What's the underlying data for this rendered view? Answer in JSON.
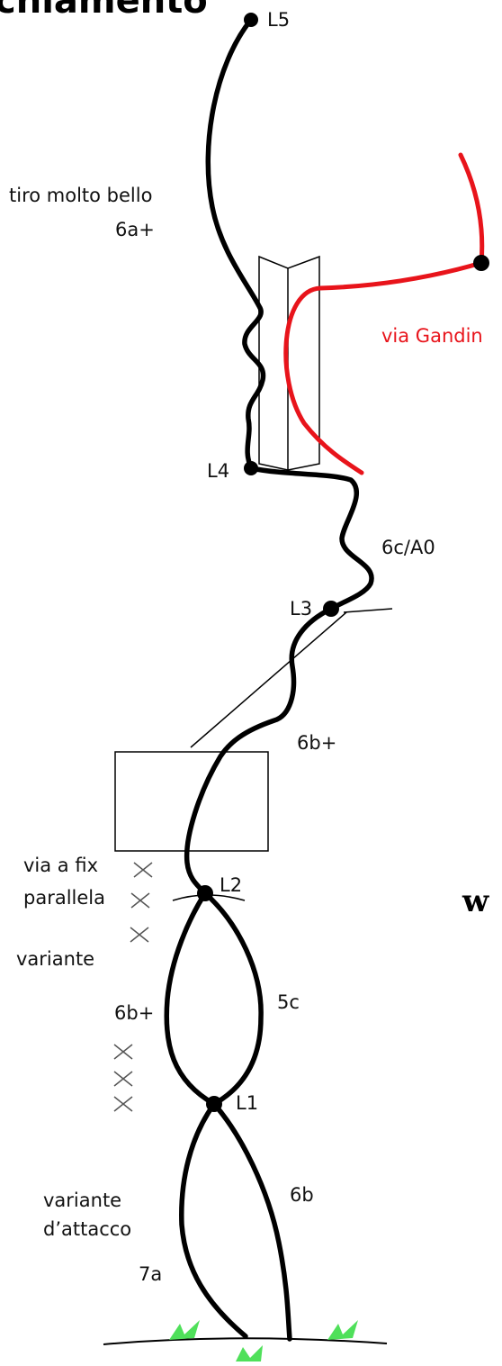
{
  "title_fragment": "chiamento",
  "belays": [
    {
      "id": "L1",
      "label": "L1"
    },
    {
      "id": "L2",
      "label": "L2"
    },
    {
      "id": "L3",
      "label": "L3"
    },
    {
      "id": "L4",
      "label": "L4"
    },
    {
      "id": "L5",
      "label": "L5"
    }
  ],
  "grades": {
    "pitch1": "6b",
    "pitch1_variant": "7a",
    "pitch2": "5c",
    "pitch2_variant": "6b+",
    "pitch3": "6b+",
    "pitch4": "6c/A0",
    "pitch5": "6a+"
  },
  "notes": {
    "nice_pitch": "tiro molto bello",
    "start_variant_line1": "variante",
    "start_variant_line2": "d’attacco",
    "variant": "variante",
    "fix_line1": "via a fix",
    "fix_line2": "parallela"
  },
  "other_route": {
    "label": "via Gandin",
    "color": "#e8141b"
  },
  "edge_mark": "w",
  "colors": {
    "line": "#000000",
    "red": "#e8141b",
    "grass": "#4fe05a",
    "bolt": "#555555"
  }
}
